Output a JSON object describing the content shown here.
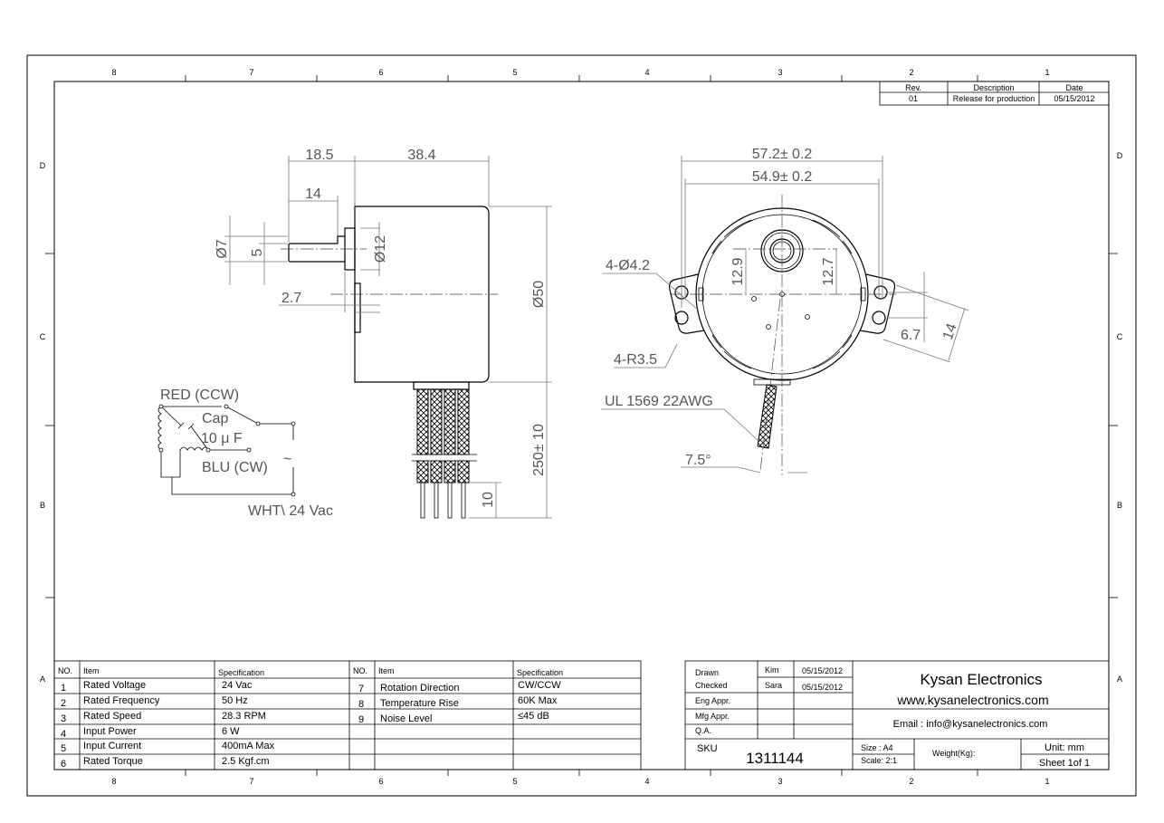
{
  "border": {
    "top_zones": [
      "8",
      "7",
      "6",
      "5",
      "4",
      "3",
      "2",
      "1"
    ],
    "side_zones": [
      "D",
      "C",
      "B",
      "A"
    ]
  },
  "revision": {
    "headers": [
      "Rev.",
      "Description",
      "Date"
    ],
    "row": [
      "01",
      "Release for production",
      "05/15/2012"
    ]
  },
  "side_view": {
    "dim_shaft_total": "18.5",
    "dim_body_length": "38.4",
    "dim_shaft_flat": "14",
    "dim_shaft_dia": "Ø7",
    "dim_flat_width": "5",
    "dim_boss_dia": "Ø12",
    "dim_boss_height": "2.7",
    "dim_body_dia": "Ø50",
    "dim_lead_length": "250± 10",
    "dim_strip_length": "10"
  },
  "wiring": {
    "red": "RED (CCW)",
    "cap": "Cap",
    "cap_value": "10 μ F",
    "blu": "BLU (CW)",
    "wht": "WHT\\ 24 Vac",
    "ac_symbol": "~"
  },
  "front_view": {
    "dim_outer_width": "57.2± 0.2",
    "dim_hole_spacing": "54.9± 0.2",
    "dim_hole": "4-Ø4.2",
    "dim_radius": "4-R3.5",
    "dim_offset_left": "12.9",
    "dim_offset_right": "12.7",
    "dim_hole_pitch": "6.7",
    "dim_tab_width": "14",
    "wire_spec": "UL 1569 22AWG",
    "dim_angle": "7.5°"
  },
  "spec_table": {
    "headers": [
      "NO.",
      "Item",
      "Specification",
      "NO.",
      "Item",
      "Specification"
    ],
    "left_rows": [
      [
        "1",
        "Rated Voltage",
        "24 Vac"
      ],
      [
        "2",
        "Rated Frequency",
        "50 Hz"
      ],
      [
        "3",
        "Rated Speed",
        "28.3 RPM"
      ],
      [
        "4",
        "Input Power",
        "6 W"
      ],
      [
        "5",
        "Input Current",
        "400mA Max"
      ],
      [
        "6",
        "Rated Torque",
        "2.5 Kgf.cm"
      ]
    ],
    "right_rows": [
      [
        "7",
        "Rotation Direction",
        "CW/CCW"
      ],
      [
        "8",
        "Temperature Rise",
        "60K  Max"
      ],
      [
        "9",
        "Noise Level",
        "≤45 dB"
      ]
    ]
  },
  "title_block": {
    "drawn_label": "Drawn",
    "drawn_name": "Kim",
    "drawn_date": "05/15/2012",
    "checked_label": "Checked",
    "checked_name": "Sara",
    "checked_date": "05/15/2012",
    "eng_label": "Eng Appr.",
    "mfg_label": "Mfg Appr.",
    "qa_label": "Q.A.",
    "company": "Kysan Electronics",
    "website": "www.kysanelectronics.com",
    "email": "Email : info@kysanelectronics.com",
    "sku_label": "SKU",
    "sku": "1311144",
    "size": "Size : A4",
    "scale": "Scale: 2:1",
    "weight": "Weight(Kg):",
    "unit": "Unit: mm",
    "sheet": "Sheet 1of 1"
  }
}
